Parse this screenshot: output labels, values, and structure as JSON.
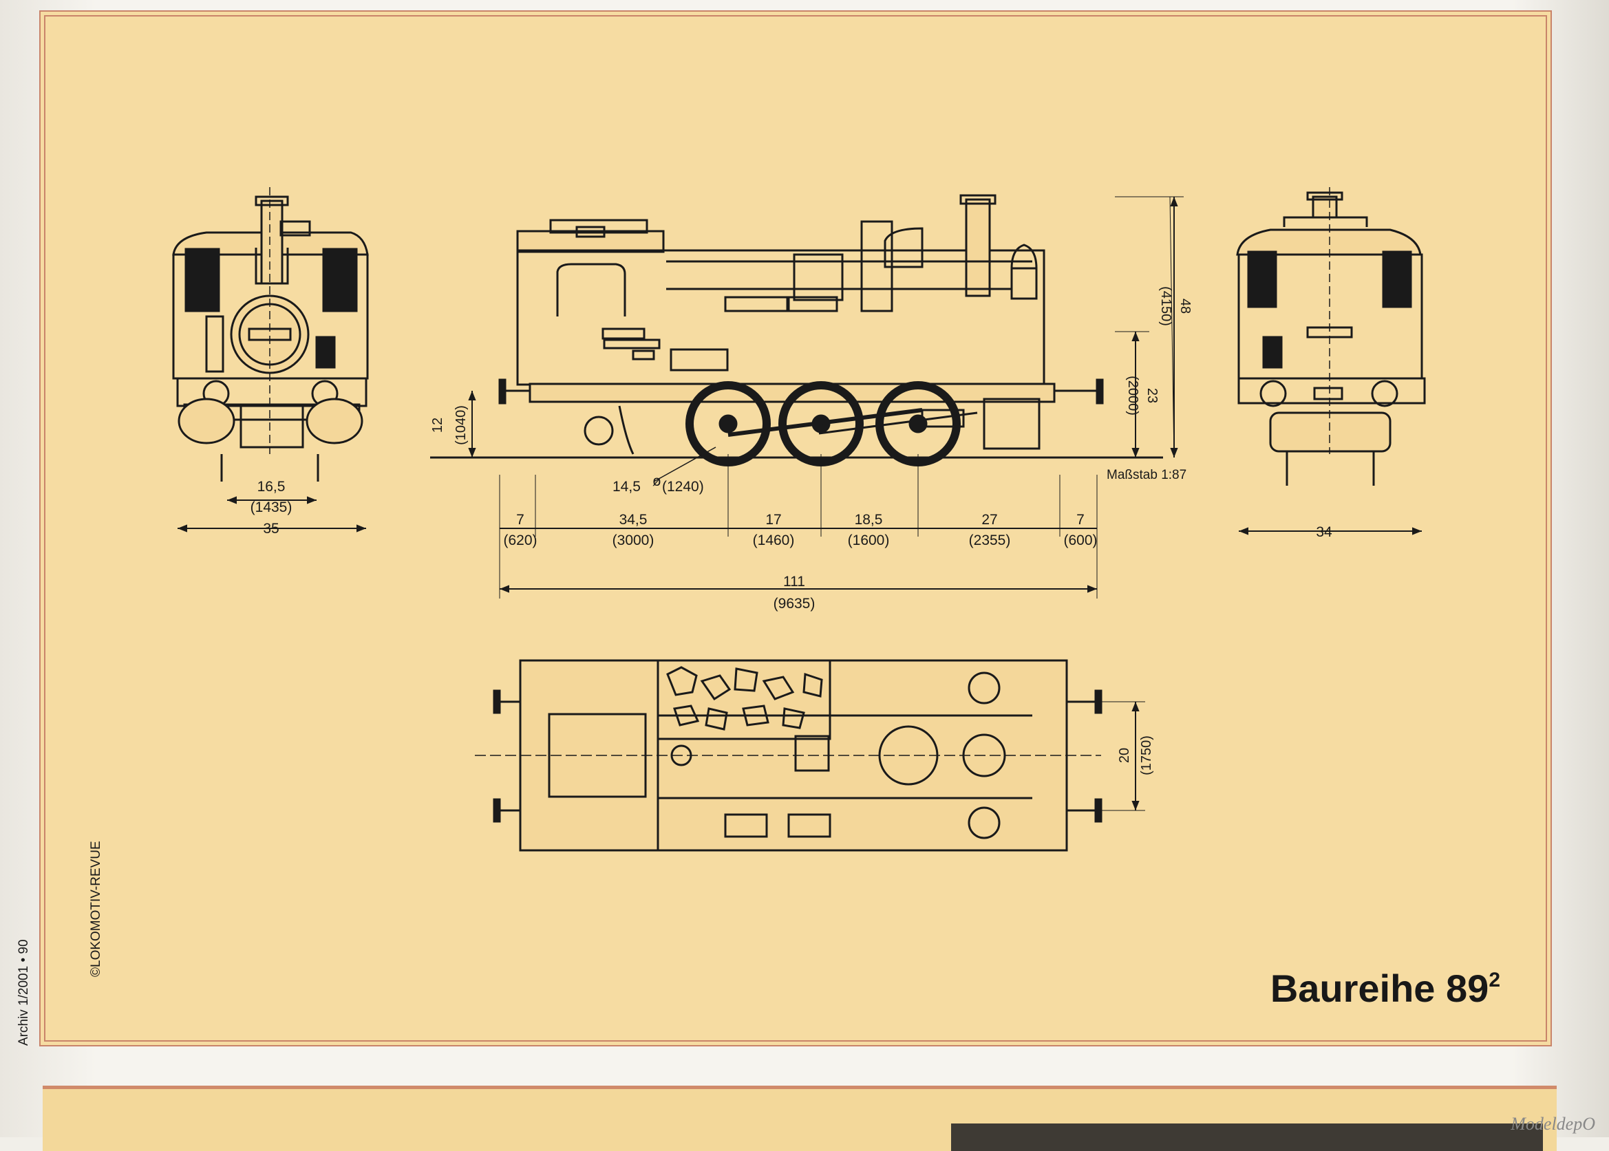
{
  "title": {
    "main": "Baureihe 89",
    "sup": "2"
  },
  "copyright": "©LOKOMOTIV-REVUE",
  "archive_label": "Archiv 1/2001 • 90",
  "scale_label": "Maßstab 1:87",
  "watermark": "ModeldepO",
  "dimensions": {
    "front_gauge": "16,5",
    "front_gauge_mm": "(1435)",
    "front_width": "35",
    "rear_width": "34",
    "buffer_height": "12",
    "buffer_height_mm": "(1040)",
    "wheel": "14,5",
    "wheel_mm": "(1240)",
    "body_height": "23",
    "body_height_mm": "(2000)",
    "total_height": "48",
    "total_height_mm": "(4150)",
    "top_width": "20",
    "top_width_mm": "(1750)",
    "total_length": "111",
    "total_length_mm": "(9635)",
    "segments": [
      {
        "v": "7",
        "mm": "(620)"
      },
      {
        "v": "34,5",
        "mm": "(3000)"
      },
      {
        "v": "17",
        "mm": "(1460)"
      },
      {
        "v": "18,5",
        "mm": "(1600)"
      },
      {
        "v": "27",
        "mm": "(2355)"
      },
      {
        "v": "7",
        "mm": "(600)"
      }
    ]
  }
}
